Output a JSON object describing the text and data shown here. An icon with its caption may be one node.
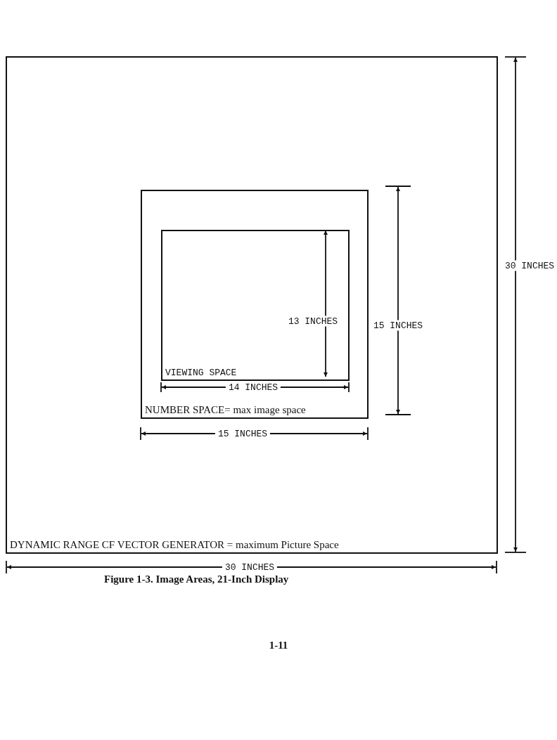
{
  "diagram": {
    "caption": "Figure 1-3. Image Areas, 21-Inch Display",
    "nodes": [
      {
        "text": [
          "DYNAMIC RANGE CF VECTOR GENERATOR = maximum Picture Space"
        ]
      },
      {
        "text": [
          "NUMBER SPACE= max image space"
        ],
        "in": 0
      },
      {
        "text": [
          "VIEWING SPACE"
        ],
        "in": 1
      }
    ],
    "edges": [],
    "labels": [
      "30 INCHES",
      "13 INCHES",
      "15 INCHES",
      "14 INCHES",
      "15 INCHES",
      "30 INCHES",
      "1-11"
    ]
  }
}
